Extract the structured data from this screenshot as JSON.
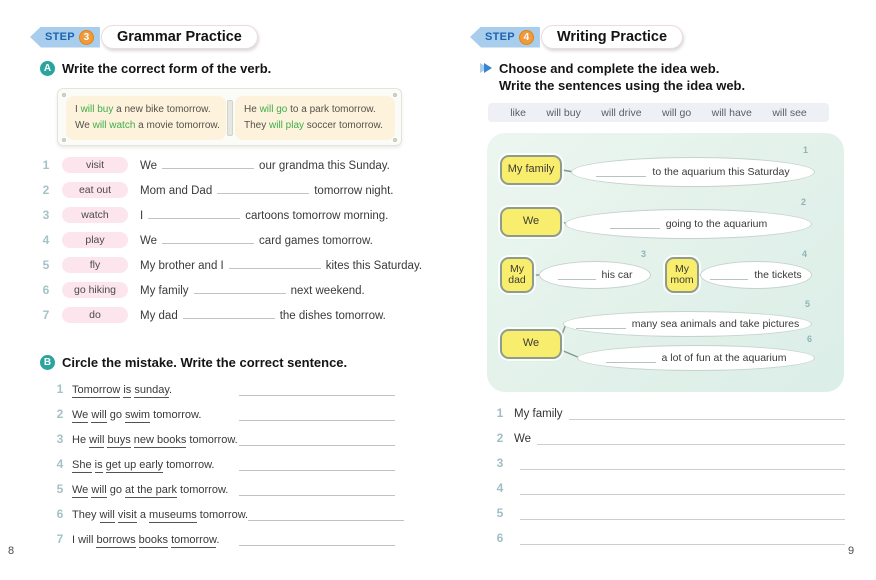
{
  "colors": {
    "accent_teal": "#2ba49e",
    "step_blue": "#a9cdec",
    "step_text_blue": "#1d64b0",
    "step_orange": "#f09a3c",
    "verb_green": "#3fae4c",
    "pill_pink": "#fce5ec",
    "node_yellow": "#f9ed6e",
    "web_mint": "#e3f1ea"
  },
  "page_left": {
    "page_number": "8",
    "step": {
      "label": "STEP",
      "number": "3",
      "title": "Grammar Practice"
    },
    "section_a": {
      "marker": "A",
      "heading": "Write the correct form of the verb.",
      "examples_left": [
        {
          "pre": "I ",
          "verb": "will buy",
          "post": " a new bike tomorrow."
        },
        {
          "pre": "We ",
          "verb": "will watch",
          "post": " a movie tomorrow."
        }
      ],
      "examples_right": [
        {
          "pre": "He ",
          "verb": "will go",
          "post": " to a park tomorrow."
        },
        {
          "pre": "They ",
          "verb": "will play",
          "post": " soccer tomorrow."
        }
      ],
      "items": [
        {
          "num": "1",
          "verb": "visit",
          "pre": "We",
          "post": "our grandma this Sunday."
        },
        {
          "num": "2",
          "verb": "eat out",
          "pre": "Mom and Dad",
          "post": "tomorrow night."
        },
        {
          "num": "3",
          "verb": "watch",
          "pre": "I",
          "post": "cartoons tomorrow morning."
        },
        {
          "num": "4",
          "verb": "play",
          "pre": "We",
          "post": "card games tomorrow."
        },
        {
          "num": "5",
          "verb": "fly",
          "pre": "My brother and I",
          "post": "kites this Saturday."
        },
        {
          "num": "6",
          "verb": "go hiking",
          "pre": "My family",
          "post": "next weekend."
        },
        {
          "num": "7",
          "verb": "do",
          "pre": "My dad",
          "post": "the dishes tomorrow."
        }
      ]
    },
    "section_b": {
      "marker": "B",
      "heading": "Circle the mistake. Write the correct sentence.",
      "items": [
        {
          "num": "1",
          "seg": [
            "Tomorrow",
            " ",
            "is",
            " ",
            "sunday",
            "."
          ]
        },
        {
          "num": "2",
          "seg": [
            "We",
            " ",
            "will",
            " go ",
            "swim",
            " tomorrow."
          ]
        },
        {
          "num": "3",
          "seg": [
            "He ",
            "will",
            " ",
            "buys",
            " ",
            "new books",
            " tomorrow."
          ]
        },
        {
          "num": "4",
          "seg": [
            "She",
            " ",
            "is",
            " ",
            "get up early",
            " tomorrow."
          ]
        },
        {
          "num": "5",
          "seg": [
            "We",
            " ",
            "will",
            " go ",
            "at the park",
            " tomorrow."
          ]
        },
        {
          "num": "6",
          "seg": [
            "They ",
            "will",
            " ",
            "visit",
            " a ",
            "museums",
            " tomorrow."
          ]
        },
        {
          "num": "7",
          "seg": [
            "I will ",
            "borrows",
            " ",
            "books",
            " ",
            "tomorrow",
            "."
          ]
        }
      ]
    }
  },
  "page_right": {
    "page_number": "9",
    "step": {
      "label": "STEP",
      "number": "4",
      "title": "Writing Practice"
    },
    "instruction_line1": "Choose and complete the idea web.",
    "instruction_line2": "Write the sentences using the idea web.",
    "word_bank": [
      "like",
      "will buy",
      "will drive",
      "will go",
      "will have",
      "will see"
    ],
    "idea_web": {
      "node1": "My family",
      "node2": "We",
      "node3": "My dad",
      "node4": "My mom",
      "node5": "We",
      "bubbles": [
        {
          "num": "1",
          "text": "to the aquarium this Saturday"
        },
        {
          "num": "2",
          "text": "going to the aquarium"
        },
        {
          "num": "3",
          "text": "his car"
        },
        {
          "num": "4",
          "text": "the tickets"
        },
        {
          "num": "5",
          "text": "many sea animals and take pictures"
        },
        {
          "num": "6",
          "text": "a lot of fun at the aquarium"
        }
      ]
    },
    "write_lines": [
      {
        "num": "1",
        "prefix": "My family"
      },
      {
        "num": "2",
        "prefix": "We"
      },
      {
        "num": "3",
        "prefix": ""
      },
      {
        "num": "4",
        "prefix": ""
      },
      {
        "num": "5",
        "prefix": ""
      },
      {
        "num": "6",
        "prefix": ""
      }
    ]
  }
}
